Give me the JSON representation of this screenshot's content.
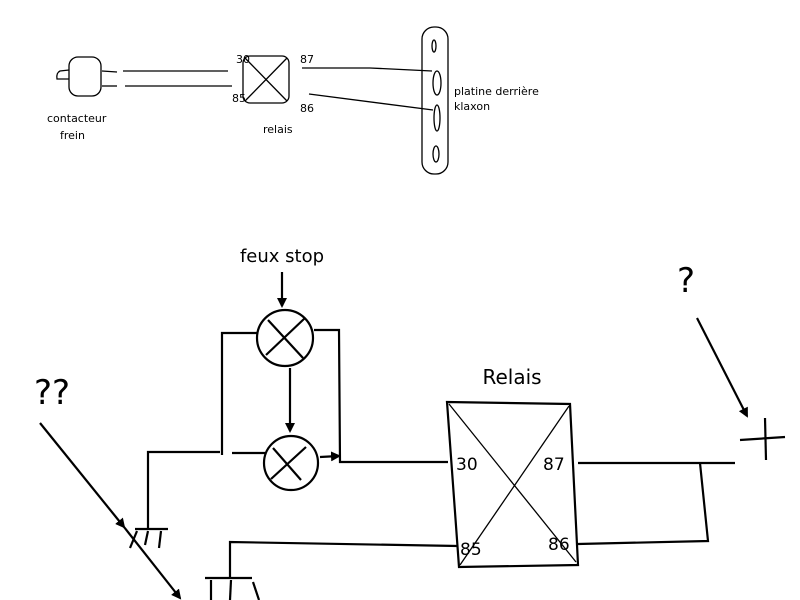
{
  "top_diagram": {
    "switch_label_line1": "contacteur",
    "switch_label_line2": "frein",
    "relay_label": "relais",
    "pins": {
      "p30": "30",
      "p85": "85",
      "p87": "87",
      "p86": "86"
    },
    "plate_label_line1": "platine derrière",
    "plate_label_line2": "klaxon"
  },
  "bottom_diagram": {
    "lamp_label": "feux stop",
    "relay_label": "Relais",
    "pins": {
      "p30": "30",
      "p87": "87",
      "p85": "85",
      "p86": "86"
    },
    "question_right": "?",
    "question_left": "??"
  }
}
